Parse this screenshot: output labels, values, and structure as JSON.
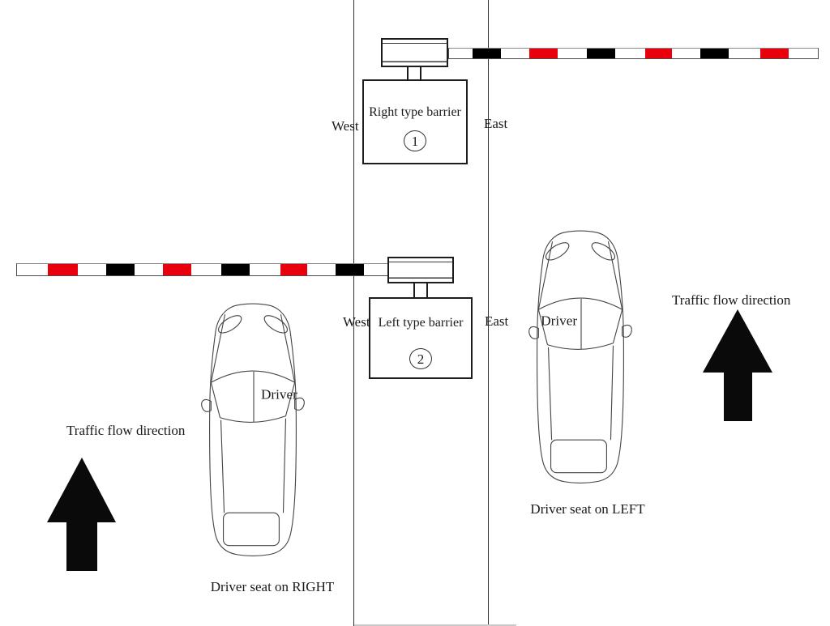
{
  "colors": {
    "red": "#e8000d",
    "black": "#000000",
    "white": "#ffffff",
    "arrow": "#0a0a0a",
    "line": "#2f2f2f"
  },
  "barriers": [
    {
      "name": "Right type barrier",
      "number": "1",
      "west_label": "West",
      "east_label": "East",
      "arm_segments": [
        {
          "color": "white",
          "w": 29
        },
        {
          "color": "black",
          "w": 35
        },
        {
          "color": "white",
          "w": 35
        },
        {
          "color": "red",
          "w": 35
        },
        {
          "color": "white",
          "w": 36
        },
        {
          "color": "black",
          "w": 35
        },
        {
          "color": "white",
          "w": 37
        },
        {
          "color": "red",
          "w": 33
        },
        {
          "color": "white",
          "w": 35
        },
        {
          "color": "black",
          "w": 35
        },
        {
          "color": "white",
          "w": 39
        },
        {
          "color": "red",
          "w": 35
        },
        {
          "color": "white",
          "w": 36
        }
      ]
    },
    {
      "name": "Left type barrier",
      "number": "2",
      "west_label": "West",
      "east_label": "East",
      "arm_segments": [
        {
          "color": "white",
          "w": 38
        },
        {
          "color": "red",
          "w": 37
        },
        {
          "color": "white",
          "w": 35
        },
        {
          "color": "black",
          "w": 35
        },
        {
          "color": "white",
          "w": 35
        },
        {
          "color": "red",
          "w": 35
        },
        {
          "color": "white",
          "w": 37
        },
        {
          "color": "black",
          "w": 35
        },
        {
          "color": "white",
          "w": 38
        },
        {
          "color": "red",
          "w": 33
        },
        {
          "color": "white",
          "w": 35
        },
        {
          "color": "black",
          "w": 35
        },
        {
          "color": "white",
          "w": 30
        }
      ]
    }
  ],
  "cars": [
    {
      "driver_label": "Driver",
      "caption": "Driver seat on RIGHT",
      "driver_side": "right"
    },
    {
      "driver_label": "Driver",
      "caption": "Driver seat on LEFT",
      "driver_side": "left"
    }
  ],
  "arrows": [
    {
      "label": "Traffic flow direction"
    },
    {
      "label": "Traffic flow direction"
    }
  ]
}
